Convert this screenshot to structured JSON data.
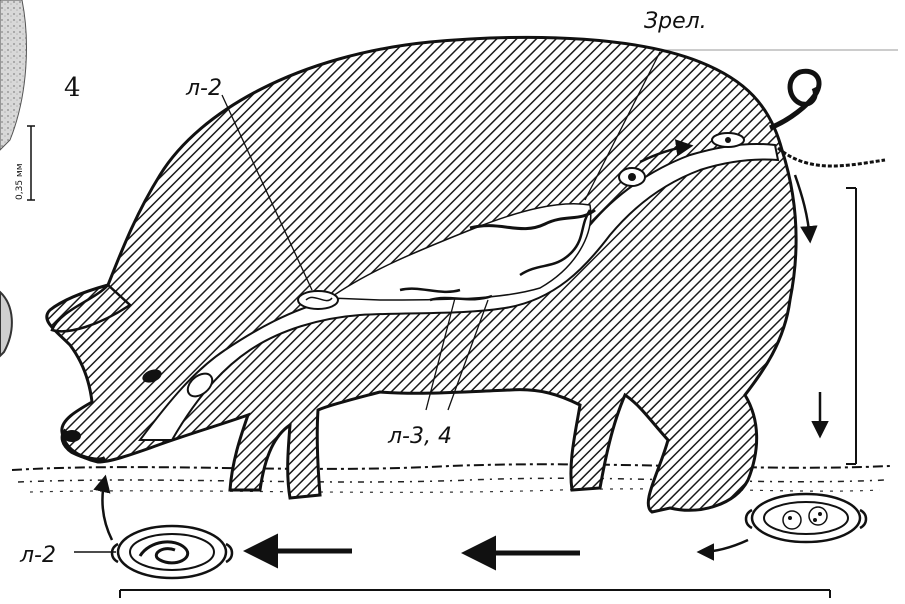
{
  "figure": {
    "panel_number": "4",
    "scale_bar_label": "0,35 мм",
    "labels": {
      "mature": "Зрел.",
      "larva2_top": "л-2",
      "larva34": "л-3, 4",
      "larva2_bottom": "л-2"
    }
  },
  "colors": {
    "ink": "#111111",
    "paper": "#ffffff",
    "hatch": "#1a1a1a"
  }
}
